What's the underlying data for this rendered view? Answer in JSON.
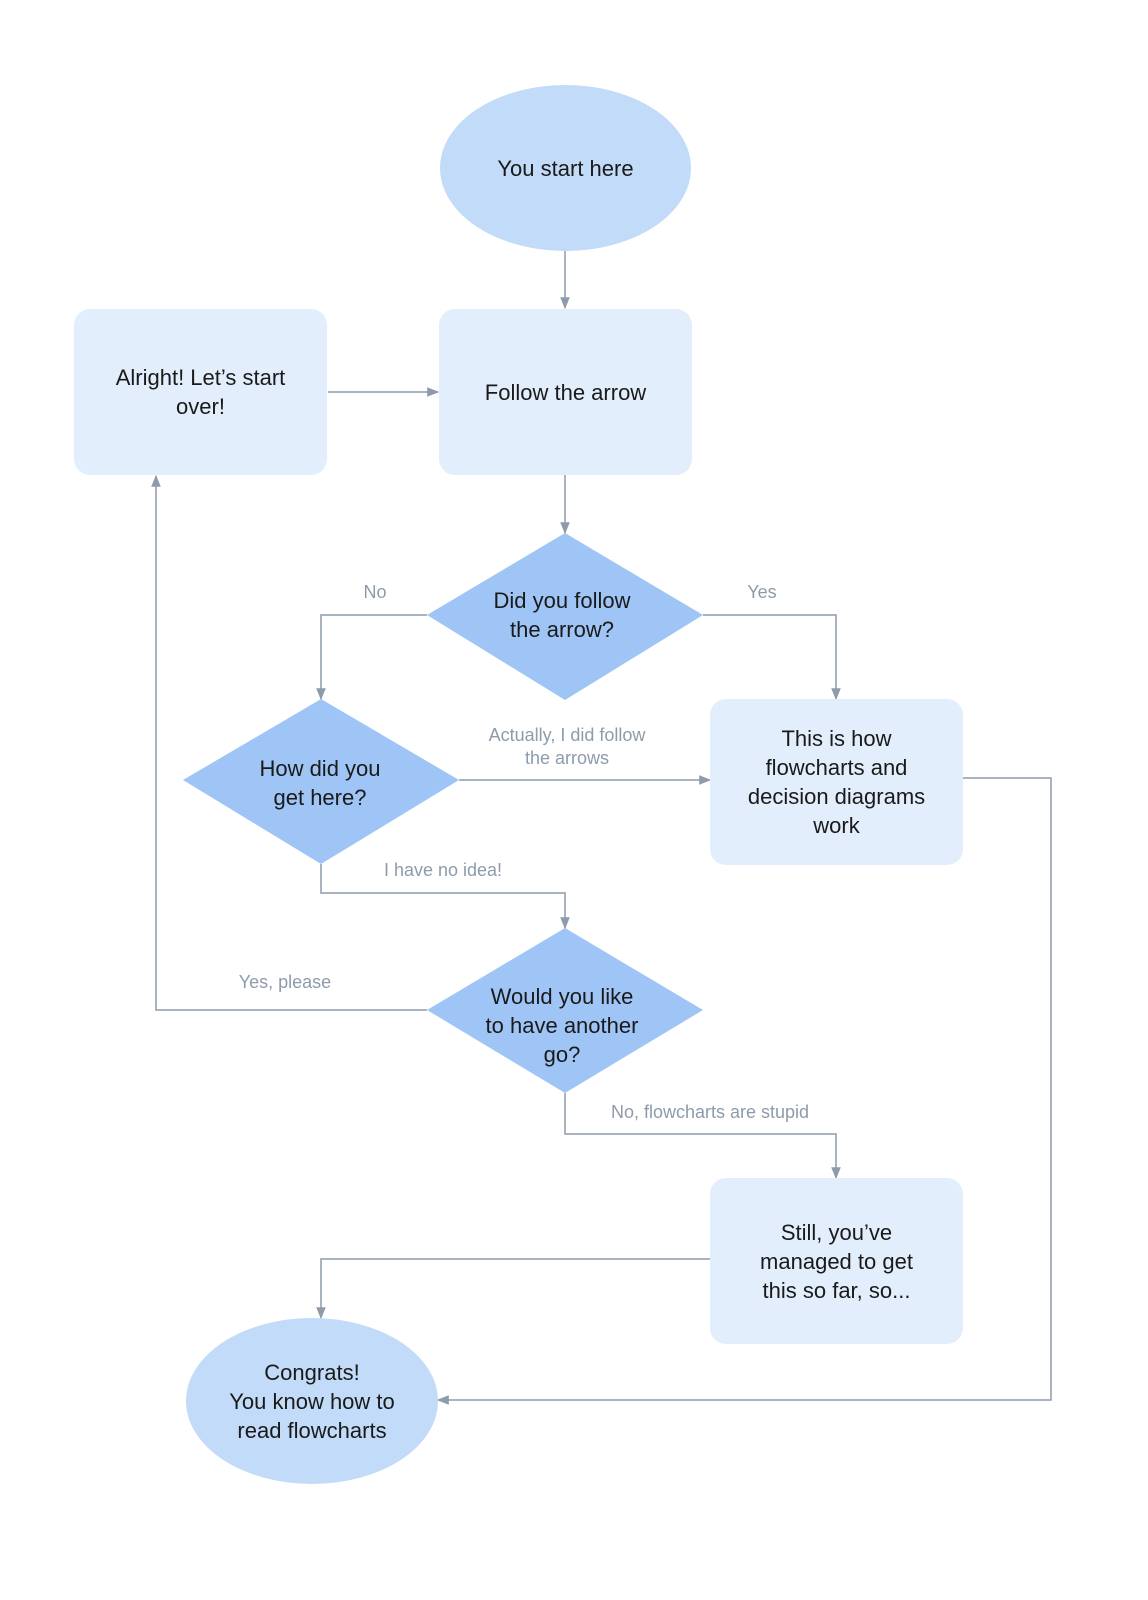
{
  "colors": {
    "terminal_fill": "#c2dbf8",
    "process_fill": "#e2eefb",
    "decision_fill": "#9fc5f6",
    "connector": "#8d9bab",
    "text": "#1a1a1a",
    "edge_label_text": "#8d9bab"
  },
  "nodes": {
    "start": "You start here",
    "follow_arrow": "Follow the arrow",
    "start_over": "Alright! Let’s start\nover!",
    "did_you_follow": "Did you follow\nthe arrow?",
    "how_did_you_get_here": "How did you\nget here?",
    "how_flowcharts_work": "This is how\nflowcharts and\ndecision diagrams\nwork",
    "another_go": "Would you like\nto have another\ngo?",
    "still_managed": "Still, you’ve\nmanaged to get\nthis so far, so...",
    "congrats": "Congrats!\nYou know how to\nread flowcharts"
  },
  "edge_labels": {
    "no": "No",
    "yes": "Yes",
    "actually_followed": "Actually, I did follow\nthe arrows",
    "no_idea": "I have no idea!",
    "yes_please": "Yes, please",
    "flowcharts_stupid": "No, flowcharts are stupid"
  }
}
